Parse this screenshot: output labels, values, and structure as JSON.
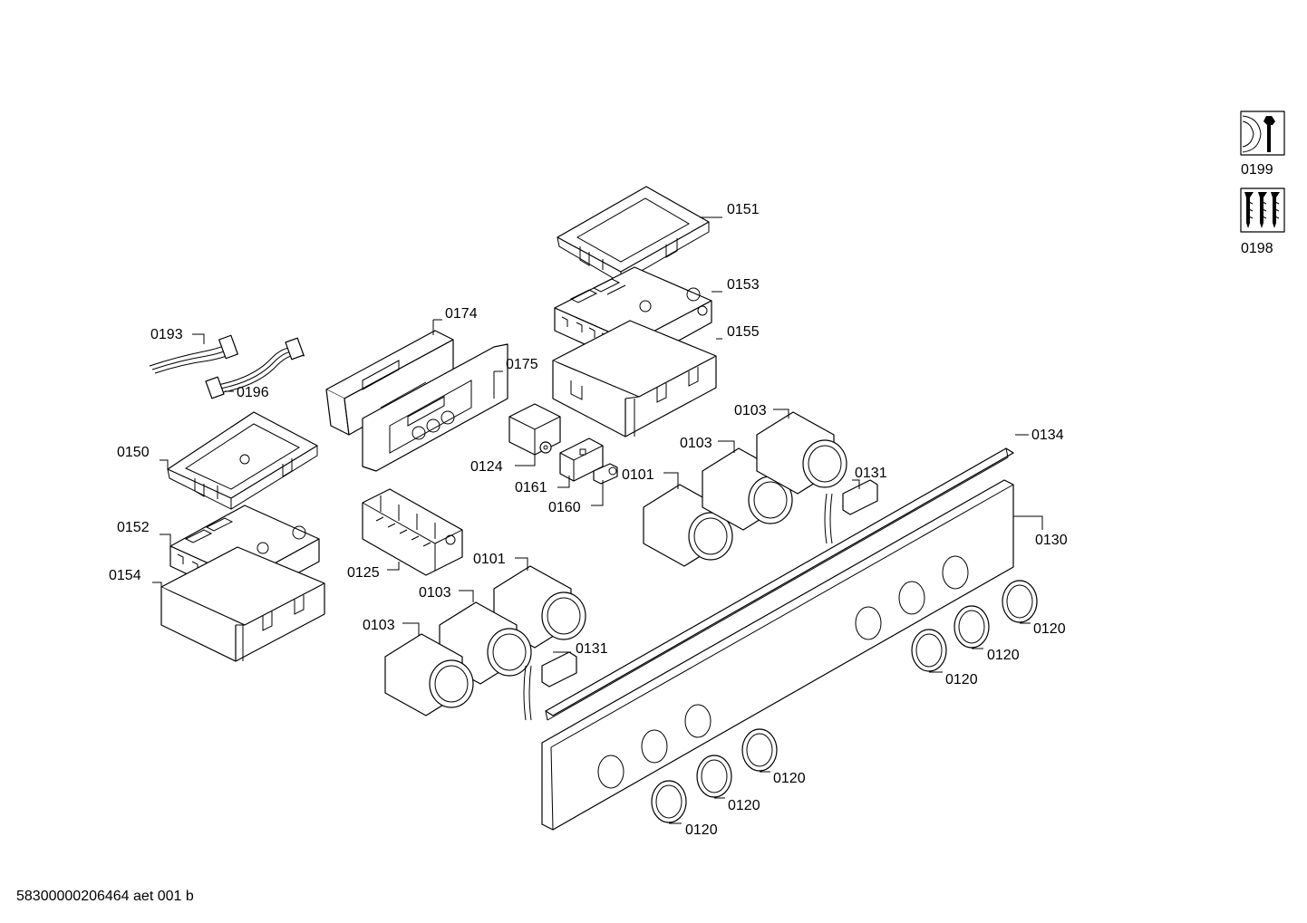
{
  "document_id": "58300000206464 aet 001 b",
  "legend": {
    "tool_kit": "0199",
    "screw_set": "0198"
  },
  "labels": {
    "p0151": "0151",
    "p0153": "0153",
    "p0155": "0155",
    "p0174": "0174",
    "p0175": "0175",
    "p0193": "0193",
    "p0196": "0196",
    "p0150": "0150",
    "p0152": "0152",
    "p0154": "0154",
    "p0124": "0124",
    "p0161": "0161",
    "p0160": "0160",
    "p0125": "0125",
    "p0101_top": "0101",
    "p0103_top_a": "0103",
    "p0103_top_b": "0103",
    "p0131_top": "0131",
    "p0134": "0134",
    "p0130": "0130",
    "p0101_bot": "0101",
    "p0103_bot_a": "0103",
    "p0103_bot_b": "0103",
    "p0131_bot": "0131",
    "p0120_r1": "0120",
    "p0120_r2": "0120",
    "p0120_r3": "0120",
    "p0120_l1": "0120",
    "p0120_l2": "0120",
    "p0120_l3": "0120"
  }
}
